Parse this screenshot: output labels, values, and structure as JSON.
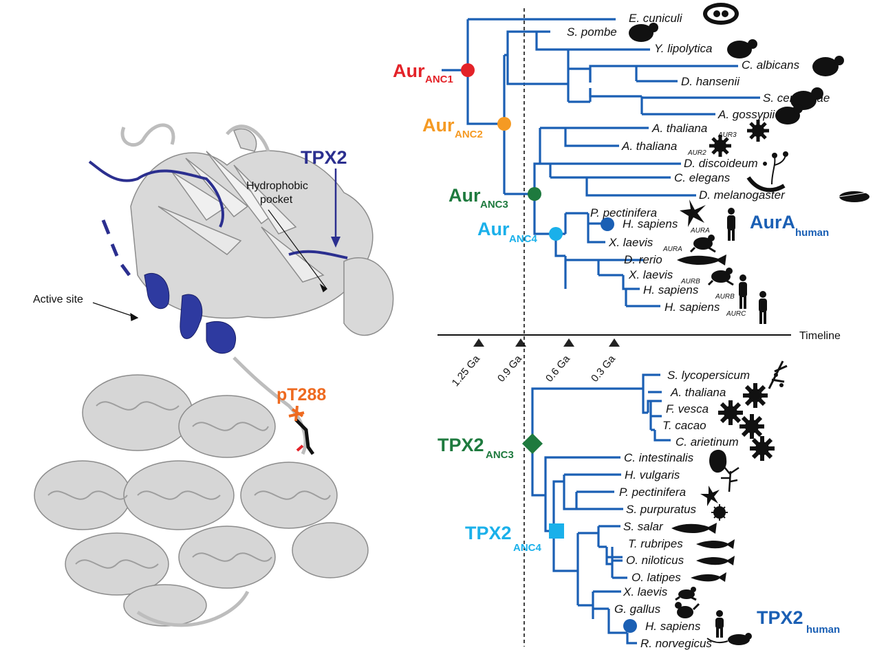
{
  "structure_labels": {
    "tpx2": "TPX2",
    "hydrophobic_pocket": [
      "Hydrophobic",
      "pocket"
    ],
    "active_site": "Active site",
    "pT288": "pT288"
  },
  "colors": {
    "branch": "#1a5fb4",
    "anc1": "#e32228",
    "anc2": "#f59a23",
    "anc3": "#1e7a3e",
    "anc4": "#1ab0ea",
    "human": "#1a5fb4",
    "tpx2_label": "#2b2f8f",
    "pt288": "#ee6a20"
  },
  "aurora_tree": {
    "ancestors": [
      {
        "main": "Aur",
        "sub": "ANC1"
      },
      {
        "main": "Aur",
        "sub": "ANC2"
      },
      {
        "main": "Aur",
        "sub": "ANC3"
      },
      {
        "main": "Aur",
        "sub": "ANC4"
      }
    ],
    "human_label": {
      "main": "AurA",
      "sub": "human"
    },
    "tips": [
      {
        "name": "E. cuniculi",
        "sub": ""
      },
      {
        "name": "S. pombe",
        "sub": ""
      },
      {
        "name": "Y. lipolytica",
        "sub": ""
      },
      {
        "name": "C. albicans",
        "sub": ""
      },
      {
        "name": "D. hansenii",
        "sub": ""
      },
      {
        "name": "S. cerevisiae",
        "sub": ""
      },
      {
        "name": "A. gossypii",
        "sub": ""
      },
      {
        "name": "A. thaliana",
        "sub": "AUR3"
      },
      {
        "name": "A. thaliana",
        "sub": "AUR2"
      },
      {
        "name": "D. discoideum",
        "sub": ""
      },
      {
        "name": "C. elegans",
        "sub": ""
      },
      {
        "name": "D. melanogaster",
        "sub": ""
      },
      {
        "name": "P. pectinifera",
        "sub": ""
      },
      {
        "name": "H. sapiens",
        "sub": "AURA"
      },
      {
        "name": "X. laevis",
        "sub": "AURA"
      },
      {
        "name": "D. rerio",
        "sub": ""
      },
      {
        "name": "X. laevis",
        "sub": "AURB"
      },
      {
        "name": "H. sapiens",
        "sub": "AURB"
      },
      {
        "name": "H. sapiens",
        "sub": "AURC"
      }
    ]
  },
  "timeline": {
    "label": "Timeline",
    "ticks": [
      "1.25 Ga",
      "0.9 Ga",
      "0.6 Ga",
      "0.3 Ga"
    ]
  },
  "tpx2_tree": {
    "ancestors": [
      {
        "main": "TPX2",
        "sub": "ANC3"
      },
      {
        "main": "TPX2",
        "sub": "ANC4"
      }
    ],
    "human_label": {
      "main": "TPX2",
      "sub": "human"
    },
    "tips": [
      {
        "name": "S. lycopersicum"
      },
      {
        "name": "A. thaliana"
      },
      {
        "name": "F. vesca"
      },
      {
        "name": "T. cacao"
      },
      {
        "name": "C. arietinum"
      },
      {
        "name": "C. intestinalis"
      },
      {
        "name": "H. vulgaris"
      },
      {
        "name": "P. pectinifera"
      },
      {
        "name": "S. purpuratus"
      },
      {
        "name": "S. salar"
      },
      {
        "name": "T. rubripes"
      },
      {
        "name": "O. niloticus"
      },
      {
        "name": "O. latipes"
      },
      {
        "name": "X. laevis"
      },
      {
        "name": "G. gallus"
      },
      {
        "name": "H. sapiens"
      },
      {
        "name": "R. norvegicus"
      }
    ]
  },
  "silhouettes": {
    "E. cuniculi": "microsporidian-spore-icon",
    "yeasts": "yeast-icon",
    "plants": "plant-flower-icon",
    "D. discoideum": "slime-mold-icon",
    "C. elegans": "worm-icon",
    "D. melanogaster": "fly-icon",
    "P. pectinifera": "starfish-icon",
    "H. sapiens": "human-icon",
    "X. laevis": "frog-icon",
    "D. rerio": "fish-icon",
    "S. lycopersicum": "tomato-plant-icon",
    "C. intestinalis": "sea-squirt-icon",
    "H. vulgaris": "hydra-icon",
    "S. purpuratus": "sea-urchin-icon",
    "G. gallus": "chicken-icon",
    "R. norvegicus": "rat-icon"
  }
}
